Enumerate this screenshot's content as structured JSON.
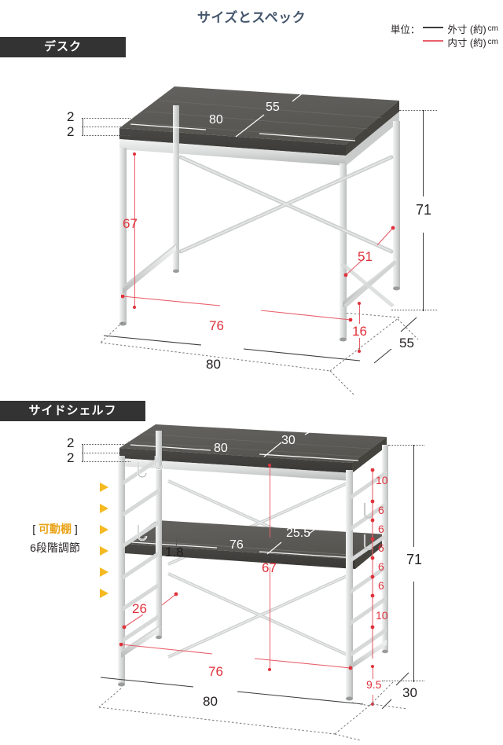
{
  "header": {
    "title": "サイズとスペック",
    "legend": {
      "unit_label": "単位：",
      "outer": {
        "text": "外寸 (約)",
        "unit": "cm",
        "color": "#3b3b3b"
      },
      "inner": {
        "text": "内寸 (約)",
        "unit": "cm",
        "color": "#e8606a"
      }
    }
  },
  "sections": {
    "desk": {
      "banner": "デスク",
      "dims": {
        "top_thickness_1": "2",
        "top_thickness_2": "2",
        "top_width": "80",
        "top_depth": "55",
        "inner_height": "67",
        "inner_width": "76",
        "diagonal": "51",
        "bottom_rail": "16",
        "outer_width": "80",
        "outer_depth": "55",
        "total_height": "71"
      }
    },
    "side_shelf": {
      "banner": "サイドシェルフ",
      "caption": {
        "line1_bracket_open": "[",
        "line1": "可動棚",
        "line1_bracket_close": "]",
        "line2": "6段階調節"
      },
      "dims": {
        "top_thickness_1": "2",
        "top_thickness_2": "2",
        "top_width": "80",
        "top_depth": "30",
        "shelf_width": "76",
        "shelf_depth": "25.5",
        "shelf_thickness": "1.8",
        "inner_height": "67",
        "leg_depth": "26",
        "inner_width": "76",
        "outer_width": "80",
        "outer_depth": "30",
        "total_height": "71",
        "pitch_top": "10",
        "pitch_1": "6",
        "pitch_2": "6",
        "pitch_3": "6",
        "pitch_4": "6",
        "pitch_5": "6",
        "pitch_bottom": "10",
        "foot": "9.5"
      }
    }
  },
  "colors": {
    "title": "#44566c",
    "banner_bg": "#333333",
    "red_dim": "#e0323c",
    "accent_yellow": "#e8a317",
    "wood_top": "#5b5a58",
    "frame": "#d9dadb"
  }
}
